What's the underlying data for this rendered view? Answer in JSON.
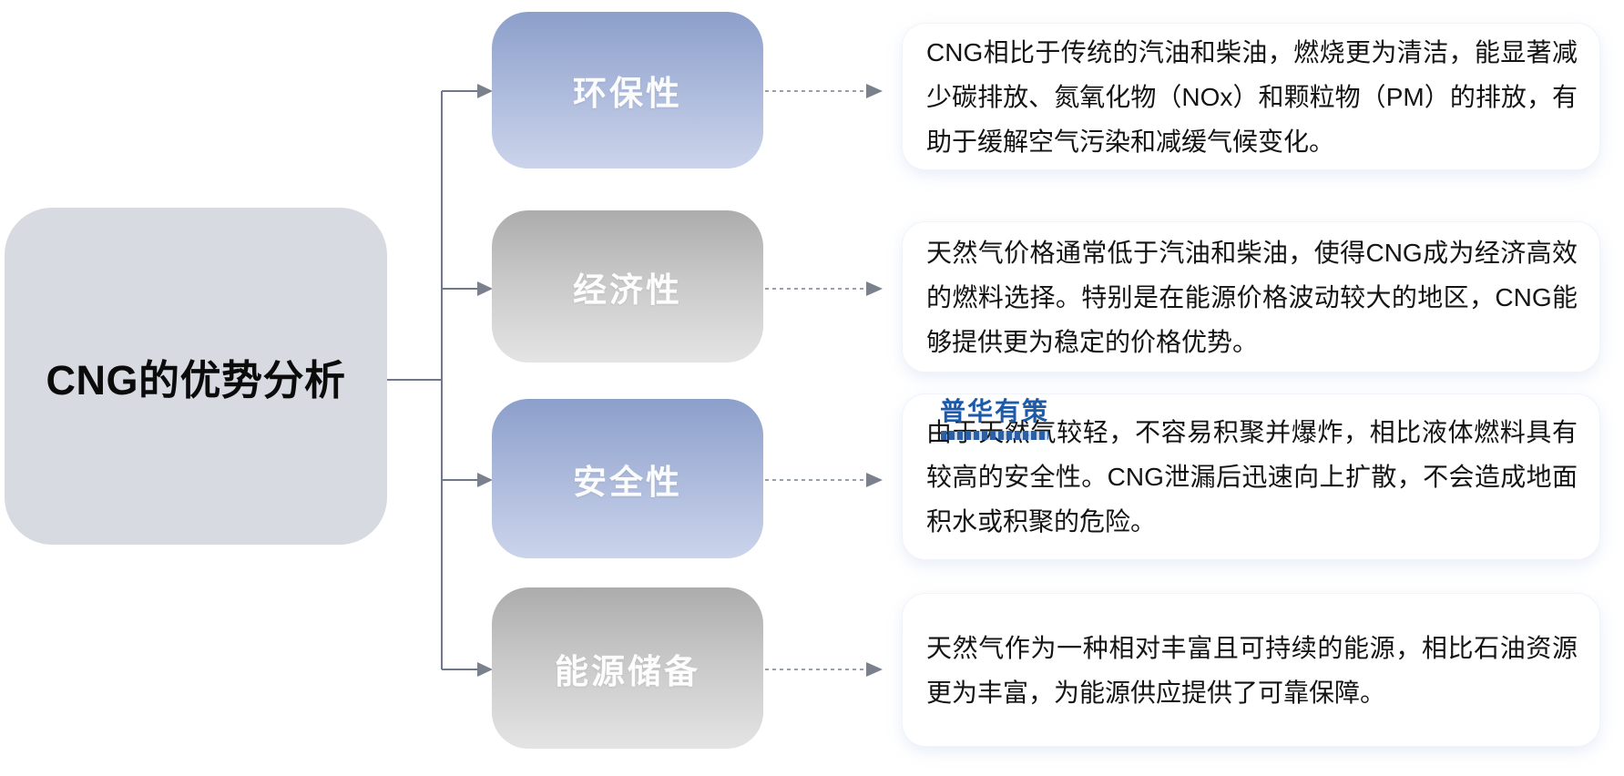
{
  "root": {
    "title": "CNG的优势分析"
  },
  "branches": [
    {
      "id": "environmental",
      "label": "环保性",
      "theme": "blue",
      "description": "CNG相比于传统的汽油和柴油，燃烧更为清洁，能显著减少碳排放、氮氧化物（NOx）和颗粒物（PM）的排放，有助于缓解空气污染和减缓气候变化。"
    },
    {
      "id": "economic",
      "label": "经济性",
      "theme": "gray",
      "description": "天然气价格通常低于汽油和柴油，使得CNG成为经济高效的燃料选择。特别是在能源价格波动较大的地区，CNG能够提供更为稳定的价格优势。"
    },
    {
      "id": "safety",
      "label": "安全性",
      "theme": "blue",
      "description": "由于天然气较轻，不容易积聚并爆炸，相比液体燃料具有较高的安全性。CNG泄漏后迅速向上扩散，不会造成地面积水或积聚的危险。"
    },
    {
      "id": "energy-reserve",
      "label": "能源储备",
      "theme": "gray",
      "description": "天然气作为一种相对丰富且可持续的能源，相比石油资源更为丰富，为能源供应提供了可靠保障。"
    }
  ],
  "watermark": {
    "text": "普华有策"
  },
  "colors": {
    "root_bg": "#d7dae1",
    "branch_blue_top": "#8c9fca",
    "branch_blue_bottom": "#cbd4eb",
    "branch_gray_top": "#adacac",
    "branch_gray_bottom": "#e4e4e4",
    "connector_solid": "#6e7888",
    "connector_dashed": "#8a929e",
    "logo_blue": "#1d5aa8",
    "card_border": "#f0f3fa"
  }
}
